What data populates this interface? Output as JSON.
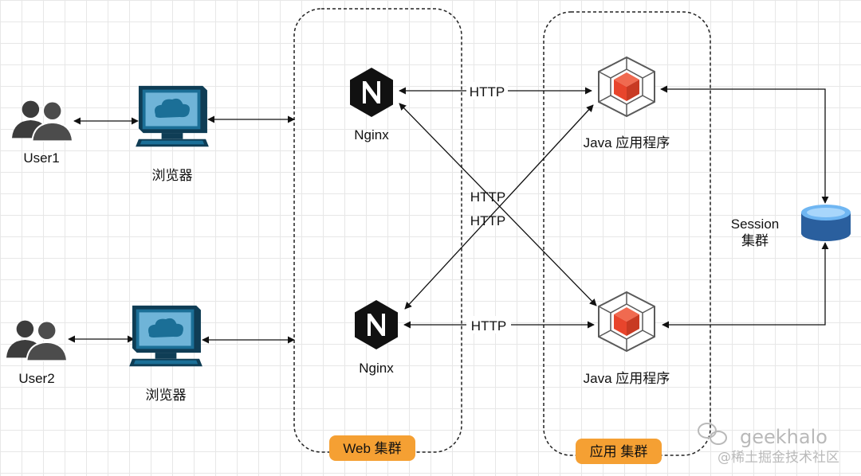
{
  "users": [
    {
      "label": "User1"
    },
    {
      "label": "User2"
    }
  ],
  "browsers": [
    {
      "label": "浏览器"
    },
    {
      "label": "浏览器"
    }
  ],
  "nginx": [
    {
      "label": "Nginx"
    },
    {
      "label": "Nginx"
    }
  ],
  "apps": [
    {
      "label": "Java 应用程序"
    },
    {
      "label": "Java 应用程序"
    }
  ],
  "clusters": {
    "web": "Web 集群",
    "app": "应用 集群",
    "session_line1": "Session",
    "session_line2": "集群"
  },
  "connections": {
    "top_http": "HTTP",
    "cross_http_1": "HTTP",
    "cross_http_2": "HTTP",
    "bottom_http": "HTTP"
  },
  "watermark": {
    "line1": "geekhalo",
    "line2": "@稀土掘金技术社区"
  },
  "colors": {
    "badge": "#f5a033",
    "app_cube": "#e8452c",
    "monitor": "#1b6f97",
    "db": "#3b7fc4"
  }
}
